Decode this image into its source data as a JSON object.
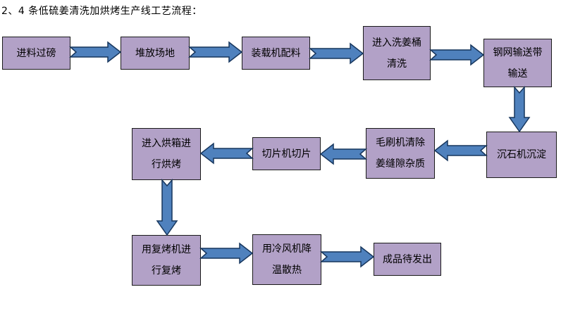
{
  "title": "2、4 条低硫姜清洗加烘烤生产线工艺流程：",
  "colors": {
    "background": "#ffffff",
    "box_fill": "#b2a1c7",
    "box_border": "#1a1a1a",
    "arrow_fill": "#4f81bd",
    "arrow_stroke": "#17365d",
    "text_color": "#000000",
    "title_color": "#000000"
  },
  "flowchart": {
    "boxes": [
      {
        "id": "weigh-in",
        "label": "进料过磅"
      },
      {
        "id": "stacking-yard",
        "label": "堆放场地"
      },
      {
        "id": "loader-batching",
        "label": "装载机配料"
      },
      {
        "id": "washing-barrel",
        "label": "进入洗姜桶\n清洗"
      },
      {
        "id": "mesh-conveyor",
        "label": "钢网输送带\n输送"
      },
      {
        "id": "stone-settling",
        "label": "沉石机沉淀"
      },
      {
        "id": "brush-cleaning",
        "label": "毛刷机清除\n姜缝隙杂质"
      },
      {
        "id": "slicing",
        "label": "切片机切片"
      },
      {
        "id": "baking-oven",
        "label": "进入烘箱进\n行烘烤"
      },
      {
        "id": "re-baking",
        "label": "用复烤机进\n行复烤"
      },
      {
        "id": "cooling-fan",
        "label": "用冷风机降\n温散热"
      },
      {
        "id": "finished-goods",
        "label": "成品待发出"
      }
    ],
    "arrows": [
      {
        "from": "weigh-in",
        "to": "stacking-yard",
        "direction": "right"
      },
      {
        "from": "stacking-yard",
        "to": "loader-batching",
        "direction": "right"
      },
      {
        "from": "loader-batching",
        "to": "washing-barrel",
        "direction": "right"
      },
      {
        "from": "washing-barrel",
        "to": "mesh-conveyor",
        "direction": "right"
      },
      {
        "from": "mesh-conveyor",
        "to": "stone-settling",
        "direction": "down"
      },
      {
        "from": "stone-settling",
        "to": "brush-cleaning",
        "direction": "left"
      },
      {
        "from": "brush-cleaning",
        "to": "slicing",
        "direction": "left"
      },
      {
        "from": "slicing",
        "to": "baking-oven",
        "direction": "left"
      },
      {
        "from": "baking-oven",
        "to": "re-baking",
        "direction": "down"
      },
      {
        "from": "re-baking",
        "to": "cooling-fan",
        "direction": "right"
      },
      {
        "from": "cooling-fan",
        "to": "finished-goods",
        "direction": "right"
      }
    ]
  }
}
